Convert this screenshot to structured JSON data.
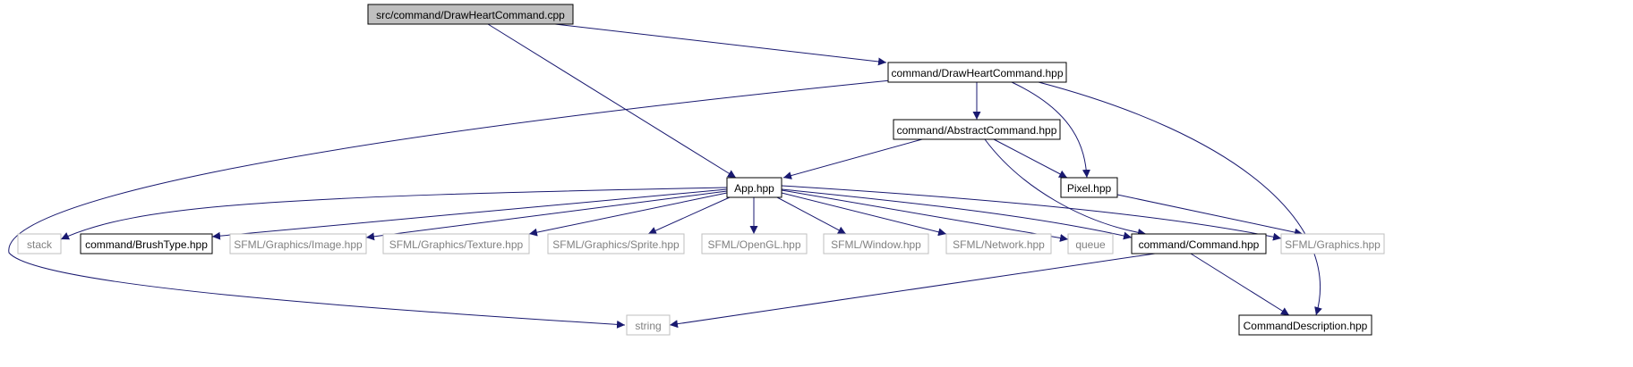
{
  "diagram": {
    "colors": {
      "edge": "#191970",
      "root_fill": "#bfbfbf",
      "node_border": "#000000",
      "external_border": "#bfbfbf",
      "text": "#000000",
      "external_text": "#808080"
    },
    "nodes": [
      {
        "id": "root",
        "label": "src/command/DrawHeartCommand.cpp",
        "kind": "root"
      },
      {
        "id": "drawheart",
        "label": "command/DrawHeartCommand.hpp",
        "kind": "internal"
      },
      {
        "id": "abstract",
        "label": "command/AbstractCommand.hpp",
        "kind": "internal"
      },
      {
        "id": "app",
        "label": "App.hpp",
        "kind": "internal"
      },
      {
        "id": "pixel",
        "label": "Pixel.hpp",
        "kind": "internal"
      },
      {
        "id": "stack",
        "label": "stack",
        "kind": "external"
      },
      {
        "id": "brushtype",
        "label": "command/BrushType.hpp",
        "kind": "internal"
      },
      {
        "id": "image",
        "label": "SFML/Graphics/Image.hpp",
        "kind": "external"
      },
      {
        "id": "texture",
        "label": "SFML/Graphics/Texture.hpp",
        "kind": "external"
      },
      {
        "id": "sprite",
        "label": "SFML/Graphics/Sprite.hpp",
        "kind": "external"
      },
      {
        "id": "opengl",
        "label": "SFML/OpenGL.hpp",
        "kind": "external"
      },
      {
        "id": "window",
        "label": "SFML/Window.hpp",
        "kind": "external"
      },
      {
        "id": "network",
        "label": "SFML/Network.hpp",
        "kind": "external"
      },
      {
        "id": "queue",
        "label": "queue",
        "kind": "external"
      },
      {
        "id": "command",
        "label": "command/Command.hpp",
        "kind": "internal"
      },
      {
        "id": "graphics",
        "label": "SFML/Graphics.hpp",
        "kind": "external"
      },
      {
        "id": "string",
        "label": "string",
        "kind": "external"
      },
      {
        "id": "cmddesc",
        "label": "CommandDescription.hpp",
        "kind": "internal"
      }
    ],
    "edges": [
      {
        "from": "root",
        "to": "drawheart"
      },
      {
        "from": "root",
        "to": "app"
      },
      {
        "from": "drawheart",
        "to": "abstract"
      },
      {
        "from": "drawheart",
        "to": "pixel"
      },
      {
        "from": "drawheart",
        "to": "string"
      },
      {
        "from": "drawheart",
        "to": "cmddesc"
      },
      {
        "from": "abstract",
        "to": "app"
      },
      {
        "from": "abstract",
        "to": "pixel"
      },
      {
        "from": "abstract",
        "to": "command"
      },
      {
        "from": "app",
        "to": "stack"
      },
      {
        "from": "app",
        "to": "brushtype"
      },
      {
        "from": "app",
        "to": "image"
      },
      {
        "from": "app",
        "to": "texture"
      },
      {
        "from": "app",
        "to": "sprite"
      },
      {
        "from": "app",
        "to": "opengl"
      },
      {
        "from": "app",
        "to": "window"
      },
      {
        "from": "app",
        "to": "network"
      },
      {
        "from": "app",
        "to": "queue"
      },
      {
        "from": "app",
        "to": "command"
      },
      {
        "from": "app",
        "to": "graphics"
      },
      {
        "from": "pixel",
        "to": "graphics"
      },
      {
        "from": "command",
        "to": "string"
      },
      {
        "from": "command",
        "to": "cmddesc"
      }
    ]
  }
}
